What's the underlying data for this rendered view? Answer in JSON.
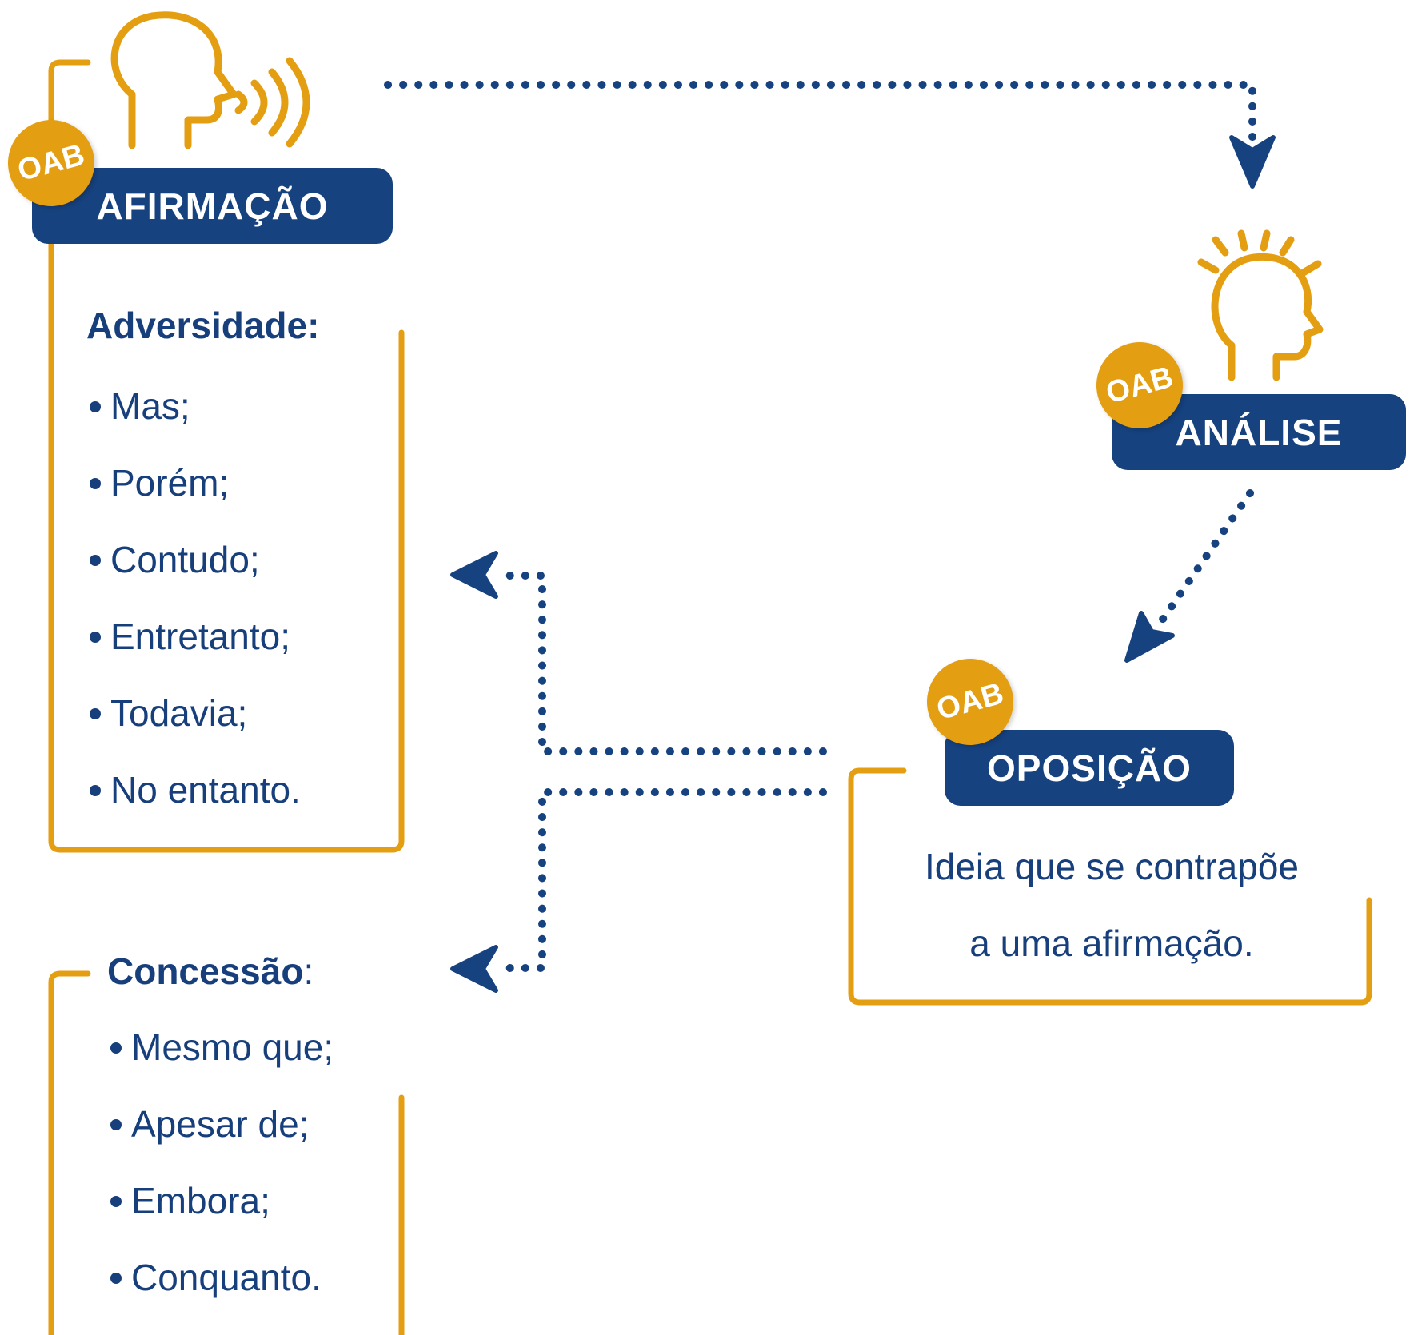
{
  "afirmacao": {
    "badge": "OAB",
    "title": "AFIRMAÇÃO",
    "heading": "Adversidade:",
    "items": [
      "Mas;",
      "Porém;",
      "Contudo;",
      "Entretanto;",
      "Todavia;",
      "No entanto."
    ]
  },
  "analise": {
    "badge": "OAB",
    "title": "ANÁLISE"
  },
  "oposicao": {
    "badge": "OAB",
    "title": "OPOSIÇÃO",
    "line1": "Ideia que se contrapõe",
    "line2": "a uma afirmação."
  },
  "concessao": {
    "heading": "Concessão",
    "heading_suffix": ":",
    "items": [
      "Mesmo que;",
      "Apesar de;",
      "Embora;",
      "Conquanto."
    ]
  },
  "colors": {
    "navy": "#16427f",
    "gold": "#e49e12",
    "text": "#173f7c"
  },
  "icons": {
    "speaker": "speaking-head-icon",
    "thinker": "thinking-head-icon"
  }
}
